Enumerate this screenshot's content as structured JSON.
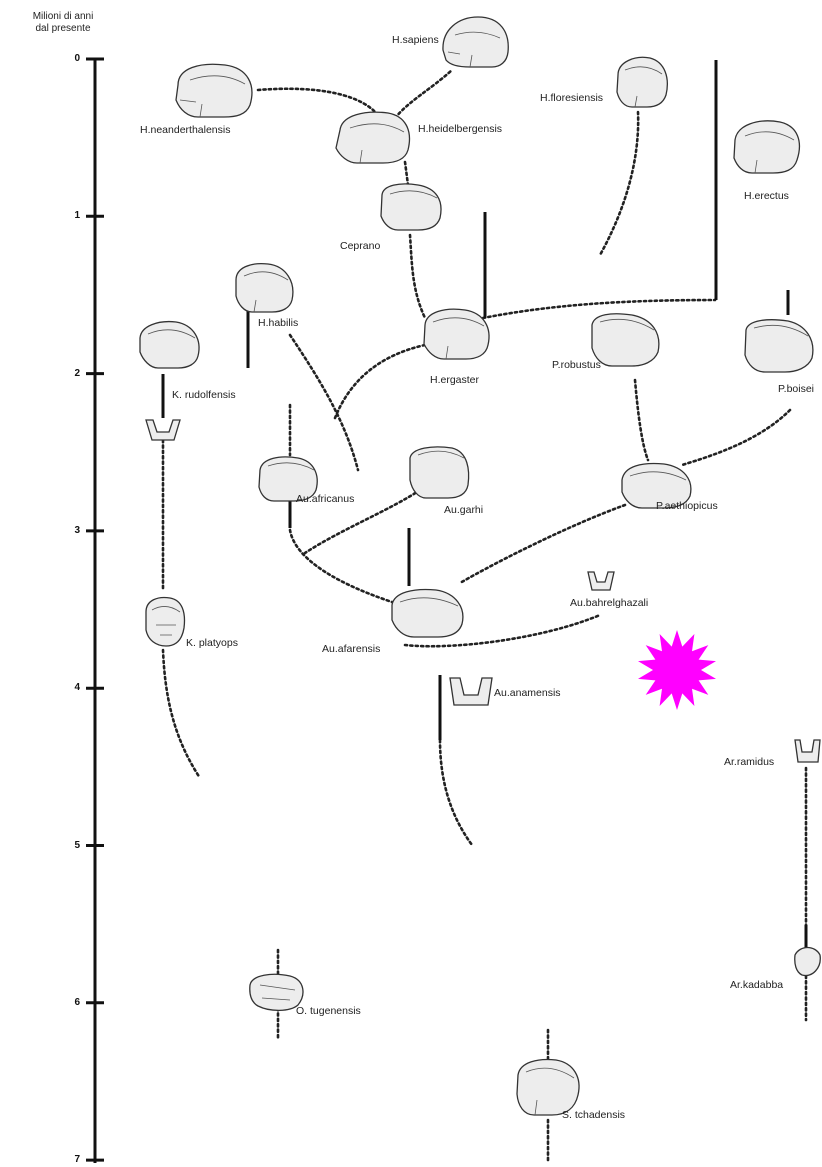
{
  "axis": {
    "title_line1": "Milioni di anni",
    "title_line2": "dal presente",
    "ticks": [
      "0",
      "1",
      "2",
      "3",
      "4",
      "5",
      "6",
      "7"
    ]
  },
  "species": {
    "h_sapiens": "H.sapiens",
    "h_neanderthalensis": "H.neanderthalensis",
    "h_heidelbergensis": "H.heidelbergensis",
    "h_floresiensis": "H.floresiensis",
    "h_erectus": "H.erectus",
    "ceprano": "Ceprano",
    "h_habilis": "H.habilis",
    "h_ergaster": "H.ergaster",
    "p_robustus": "P.robustus",
    "p_boisei": "P.boisei",
    "k_rudolfensis": "K. rudolfensis",
    "au_africanus": "Au.africanus",
    "au_garhi": "Au.garhi",
    "p_aethiopicus": "P.aethiopicus",
    "au_bahrelghazali": "Au.bahrelghazali",
    "k_platyops": "K. platyops",
    "au_afarensis": "Au.afarensis",
    "au_anamensis": "Au.anamensis",
    "ar_ramidus": "Ar.ramidus",
    "ar_kadabba": "Ar.kadabba",
    "o_tugenensis": "O. tugenensis",
    "s_tchadensis": "S. tchadensis"
  },
  "marker_color": "#ff00ff"
}
